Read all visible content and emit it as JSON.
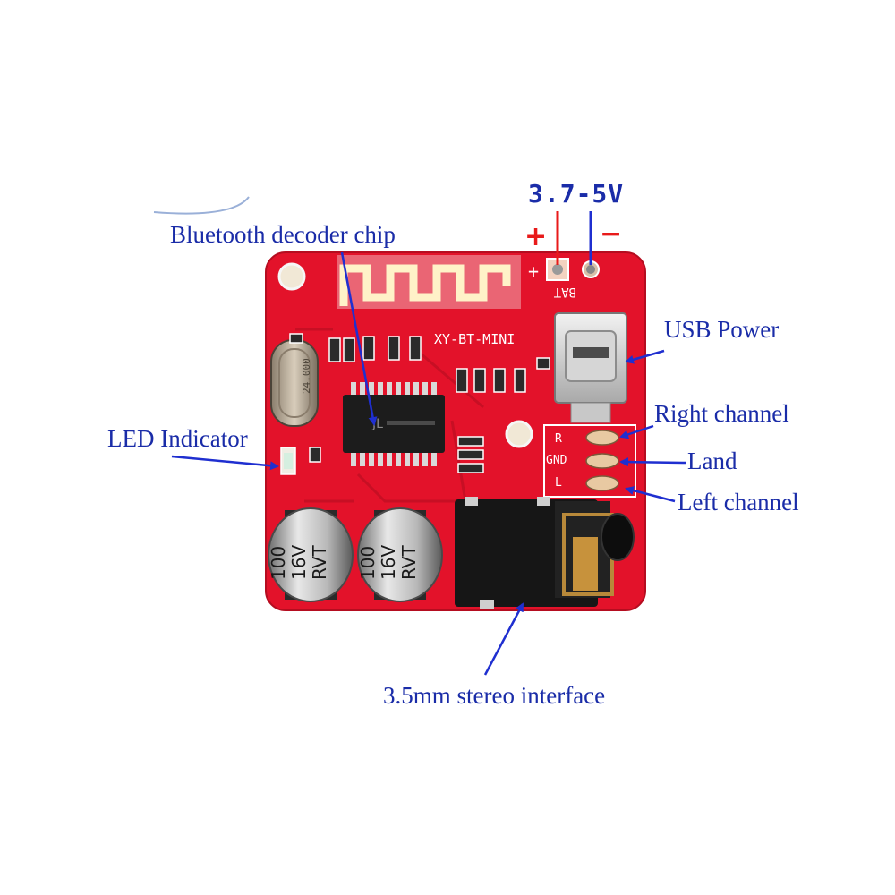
{
  "image": {
    "board_model": "XY-BT-MINI",
    "crystal_marking": "24.000",
    "chip_marking": "JL",
    "capacitor_marking": [
      "100",
      "16V",
      "RVT"
    ],
    "pad_labels": {
      "plus": "+",
      "bat": "BAT",
      "r": "R",
      "gnd": "GND",
      "l": "L"
    }
  },
  "power": {
    "voltage": "3.7-5V",
    "plus_sign": "+",
    "minus_sign": "−"
  },
  "callouts": {
    "bluetooth_chip": "Bluetooth decoder chip",
    "usb_power": "USB Power",
    "right_channel": "Right channel",
    "land": "Land",
    "left_channel": "Left channel",
    "led_indicator": "LED Indicator",
    "stereo_interface": "3.5mm stereo interface"
  },
  "colors": {
    "label_blue": "#1a2ca8",
    "arrow_blue": "#1f2fd0",
    "pcb_red": "#e3122a",
    "power_red": "#e81a1a"
  }
}
